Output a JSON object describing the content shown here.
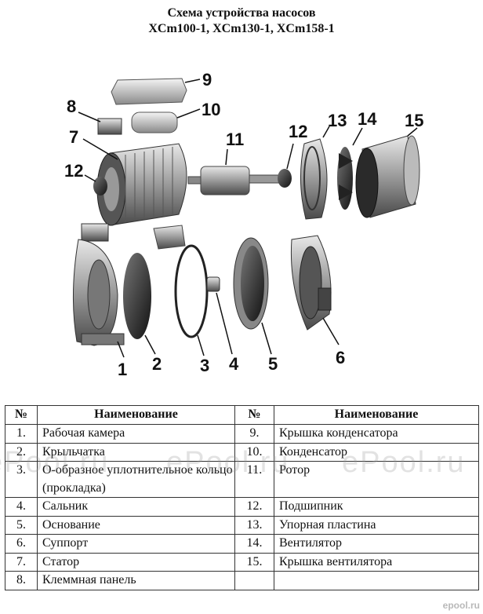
{
  "title_line1": "Схема устройства насосов",
  "title_line2": "XCm100-1, XCm130-1, XCm158-1",
  "diagram_numbers": [
    "1",
    "2",
    "3",
    "4",
    "5",
    "6",
    "7",
    "8",
    "9",
    "10",
    "11",
    "12",
    "12",
    "13",
    "14",
    "15"
  ],
  "table": {
    "header": {
      "num": "№",
      "name": "Наименование",
      "num2": "№",
      "name2": "Наименование"
    },
    "rows": [
      {
        "n1": "1.",
        "name1": "Рабочая камера",
        "n2": "9.",
        "name2": "Крышка конденсатора"
      },
      {
        "n1": "2.",
        "name1": "Крыльчатка",
        "n2": "10.",
        "name2": "Конденсатор"
      },
      {
        "n1": "3.",
        "name1": "О-образное уплотнительное кольцо (прокладка)",
        "n2": "11.",
        "name2": "Ротор"
      },
      {
        "n1": "4.",
        "name1": "Сальник",
        "n2": "12.",
        "name2": "Подшипник"
      },
      {
        "n1": "5.",
        "name1": "Основание",
        "n2": "13.",
        "name2": "Упорная пластина"
      },
      {
        "n1": "6.",
        "name1": "Суппорт",
        "n2": "14.",
        "name2": "Вентилятор"
      },
      {
        "n1": "7.",
        "name1": "Статор",
        "n2": "15.",
        "name2": "Крышка вентилятора"
      },
      {
        "n1": "8.",
        "name1": "Клеммная панель",
        "n2": "",
        "name2": ""
      }
    ]
  },
  "watermarks": [
    "ePool.ru",
    "ePool.ru",
    "ePool.ru"
  ],
  "logo": "epool.ru"
}
